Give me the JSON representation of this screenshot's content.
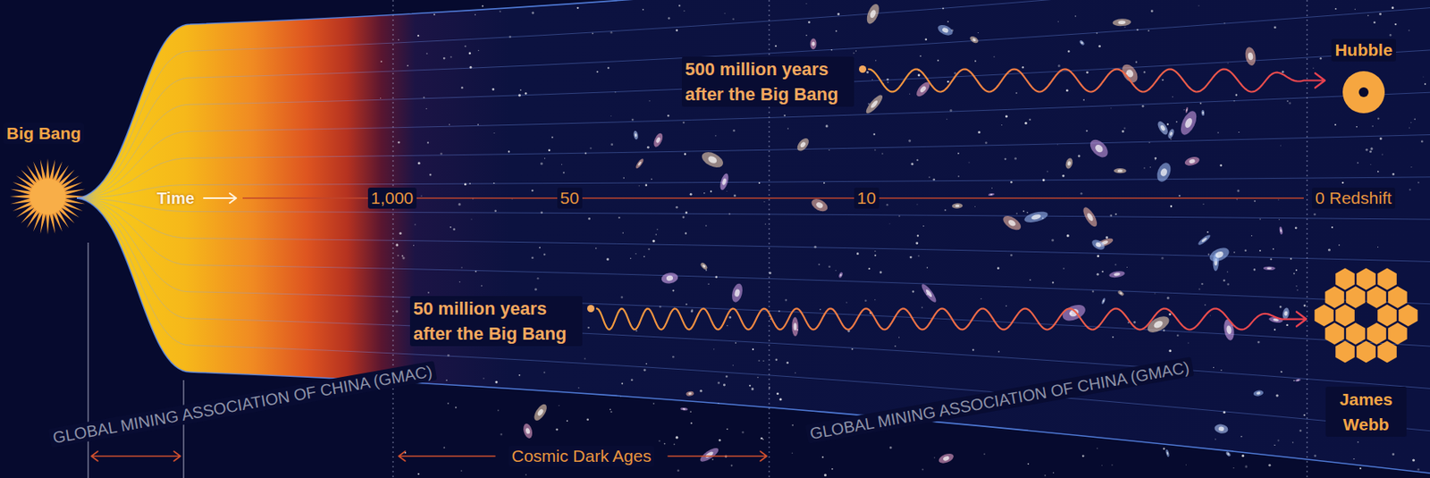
{
  "diagram": {
    "nodes": [
      {
        "text": [
          "Big Bang"
        ]
      },
      {
        "text": [
          "500 million years after the Big Bang"
        ]
      },
      {
        "text": [
          "Hubble"
        ]
      },
      {
        "text": [
          "50 million years after the Big Bang"
        ]
      },
      {
        "text": [
          "James Webb"
        ]
      }
    ],
    "edges": [
      {
        "from": 1,
        "to": 2,
        "arrow": "to"
      },
      {
        "from": 3,
        "to": 4,
        "arrow": "to"
      }
    ],
    "labels": [
      "Time",
      "1,000",
      "50",
      "10",
      "0 Redshift",
      "Cosmic Dark Ages",
      "GLOBAL MINING ASSOCIATION OF CHINA (GMAC)",
      "GLOBAL MINING ASSOCIATION OF CHINA (GMAC)"
    ]
  }
}
